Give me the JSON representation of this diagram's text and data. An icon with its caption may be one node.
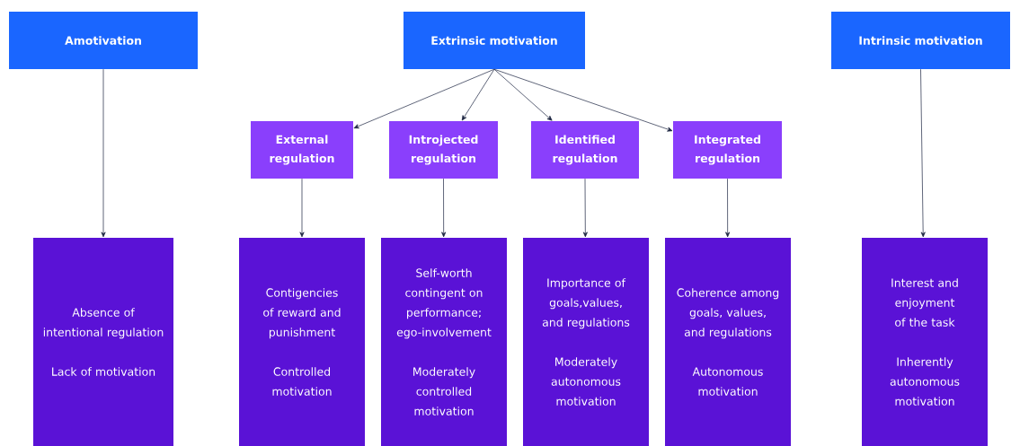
{
  "diagram": {
    "nodes": [
      {
        "text": [
          "Amotivation"
        ]
      },
      {
        "text": [
          "Extrinsic motivation"
        ]
      },
      {
        "text": [
          "Intrinsic motivation"
        ]
      },
      {
        "text": [
          "External regulation"
        ]
      },
      {
        "text": [
          "Introjected regulation"
        ]
      },
      {
        "text": [
          "Identified regulation"
        ]
      },
      {
        "text": [
          "Integrated regulation"
        ]
      },
      {
        "text": [
          "Absence of intentional regulation",
          "Lack of motivation"
        ]
      },
      {
        "text": [
          "Contigencies of reward and punishment",
          "Controlled motivation"
        ]
      },
      {
        "text": [
          "Self-worth contingent on performance; ego-involvement",
          "Moderately controlled motivation"
        ]
      },
      {
        "text": [
          "Importance of goals,values, and regulations",
          "Moderately autonomous motivation"
        ]
      },
      {
        "text": [
          "Coherence among goals, values, and regulations",
          "Autonomous motivation"
        ]
      },
      {
        "text": [
          "Interest and enjoyment of the task",
          "Inherently autonomous motivation"
        ]
      }
    ],
    "edges": [
      {
        "from": 0,
        "to": 7,
        "arrow": "to"
      },
      {
        "from": 1,
        "to": 3,
        "arrow": "to"
      },
      {
        "from": 1,
        "to": 4,
        "arrow": "to"
      },
      {
        "from": 1,
        "to": 5,
        "arrow": "to"
      },
      {
        "from": 1,
        "to": 6,
        "arrow": "to"
      },
      {
        "from": 3,
        "to": 8,
        "arrow": "to"
      },
      {
        "from": 4,
        "to": 9,
        "arrow": "to"
      },
      {
        "from": 5,
        "to": 10,
        "arrow": "to"
      },
      {
        "from": 6,
        "to": 11,
        "arrow": "to"
      },
      {
        "from": 2,
        "to": 12,
        "arrow": "to"
      }
    ]
  }
}
